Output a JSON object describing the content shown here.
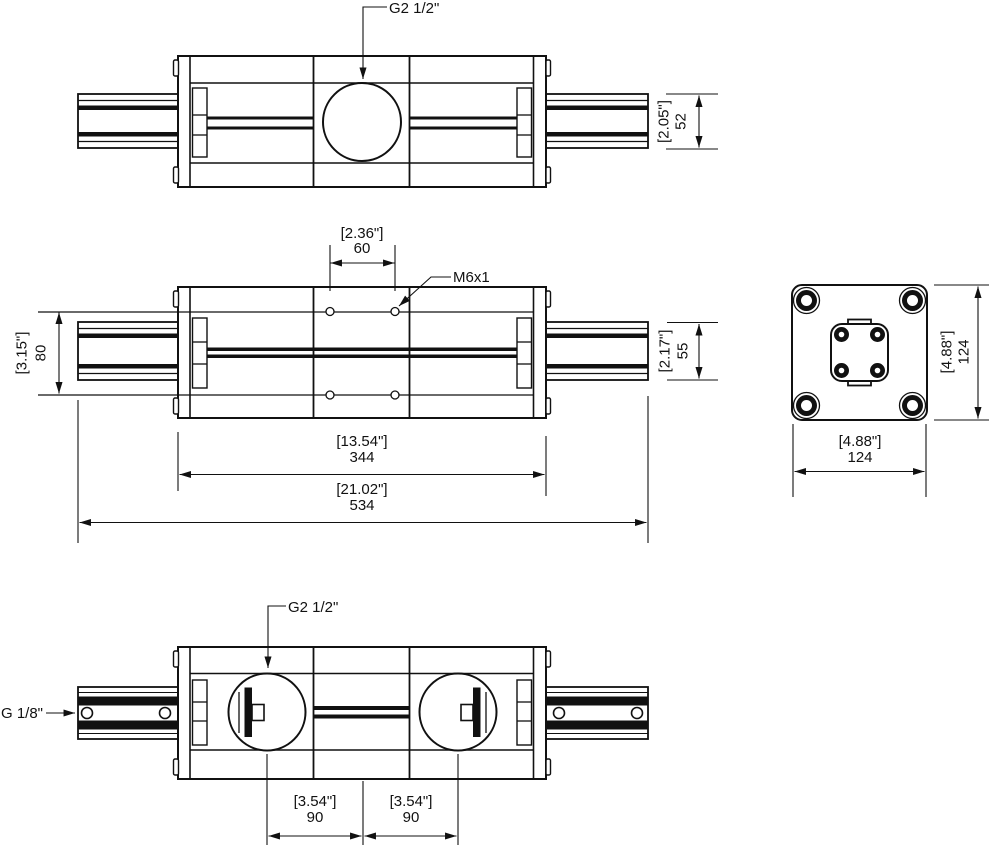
{
  "drawing": {
    "views": {
      "top": {
        "port_label": "G2 1/2\"",
        "dim_width": {
          "in": "[2.05\"]",
          "mm": "52"
        }
      },
      "front": {
        "hole_label": "M6x1",
        "dim_hole_spacing": {
          "in": "[2.36\"]",
          "mm": "60"
        },
        "dim_rail": {
          "in": "[3.15\"]",
          "mm": "80"
        },
        "dim_shaft": {
          "in": "[2.17\"]",
          "mm": "55"
        },
        "dim_body": {
          "in": "[13.54\"]",
          "mm": "344"
        },
        "dim_overall": {
          "in": "[21.02\"]",
          "mm": "534"
        }
      },
      "end": {
        "dim_height": {
          "in": "[4.88\"]",
          "mm": "124"
        },
        "dim_width": {
          "in": "[4.88\"]",
          "mm": "124"
        }
      },
      "bottom": {
        "port_label": "G2 1/2\"",
        "side_port_label": "G 1/8\"",
        "dim_port_left": {
          "in": "[3.54\"]",
          "mm": "90"
        },
        "dim_port_right": {
          "in": "[3.54\"]",
          "mm": "90"
        }
      }
    },
    "colors": {
      "line": "#111111",
      "background": "#ffffff"
    }
  }
}
